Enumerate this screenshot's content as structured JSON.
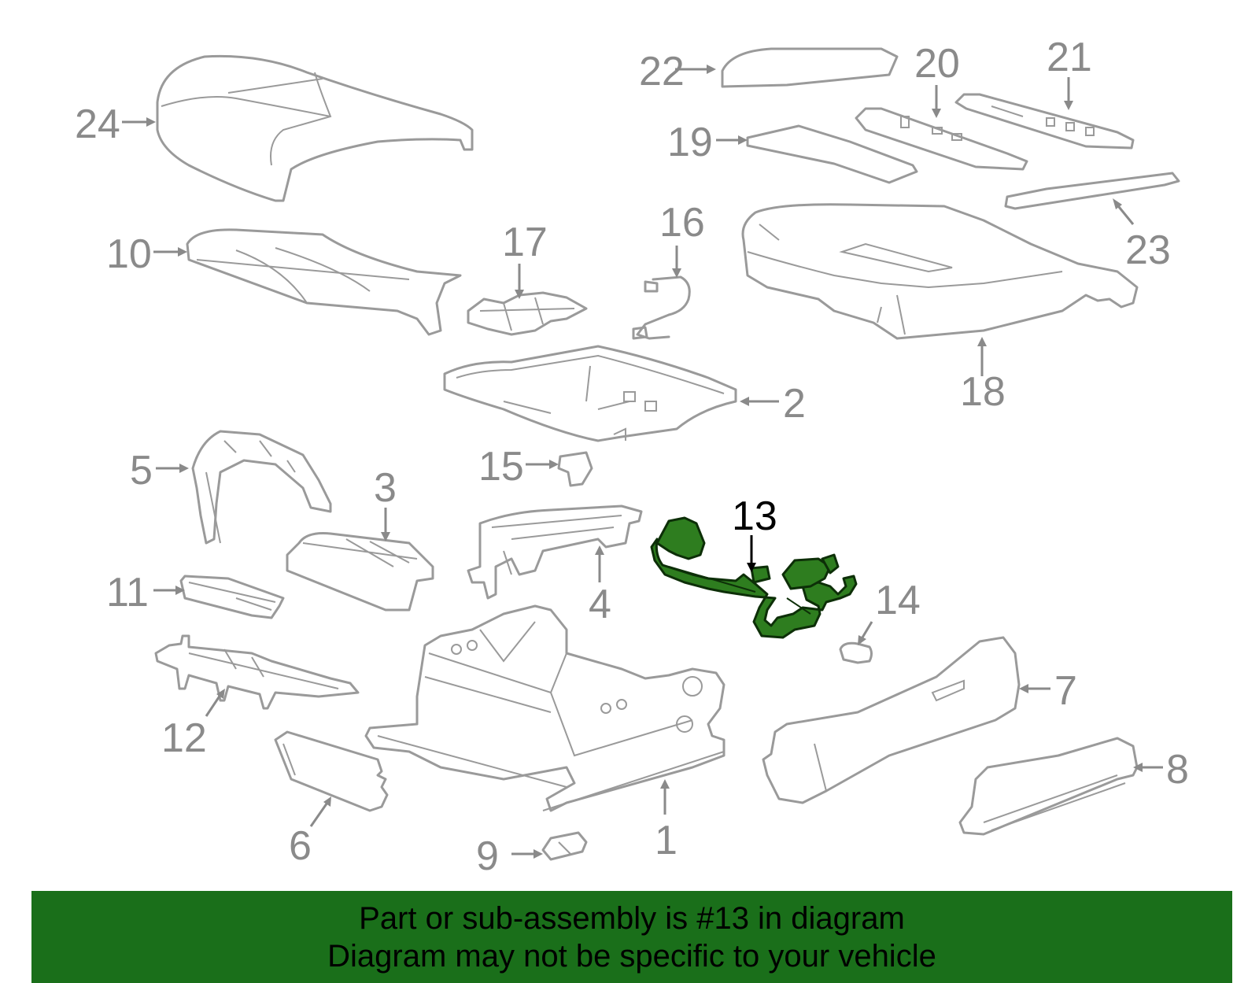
{
  "callouts": [
    {
      "id": "1",
      "label": "1"
    },
    {
      "id": "2",
      "label": "2"
    },
    {
      "id": "3",
      "label": "3"
    },
    {
      "id": "4",
      "label": "4"
    },
    {
      "id": "5",
      "label": "5"
    },
    {
      "id": "6",
      "label": "6"
    },
    {
      "id": "7",
      "label": "7"
    },
    {
      "id": "8",
      "label": "8"
    },
    {
      "id": "9",
      "label": "9"
    },
    {
      "id": "10",
      "label": "10"
    },
    {
      "id": "11",
      "label": "11"
    },
    {
      "id": "12",
      "label": "12"
    },
    {
      "id": "13",
      "label": "13",
      "highlighted": true
    },
    {
      "id": "14",
      "label": "14"
    },
    {
      "id": "15",
      "label": "15"
    },
    {
      "id": "16",
      "label": "16"
    },
    {
      "id": "17",
      "label": "17"
    },
    {
      "id": "18",
      "label": "18"
    },
    {
      "id": "19",
      "label": "19"
    },
    {
      "id": "20",
      "label": "20"
    },
    {
      "id": "21",
      "label": "21"
    },
    {
      "id": "22",
      "label": "22"
    },
    {
      "id": "23",
      "label": "23"
    },
    {
      "id": "24",
      "label": "24"
    }
  ],
  "colors": {
    "part_outline": "#9a9a9a",
    "highlight_part": "#2e7d1f",
    "banner_background": "#1a6f1a",
    "banner_text": "#000000"
  },
  "banner": {
    "line1": "Part or sub-assembly is #13 in diagram",
    "line2": "Diagram may not be specific to your vehicle"
  }
}
